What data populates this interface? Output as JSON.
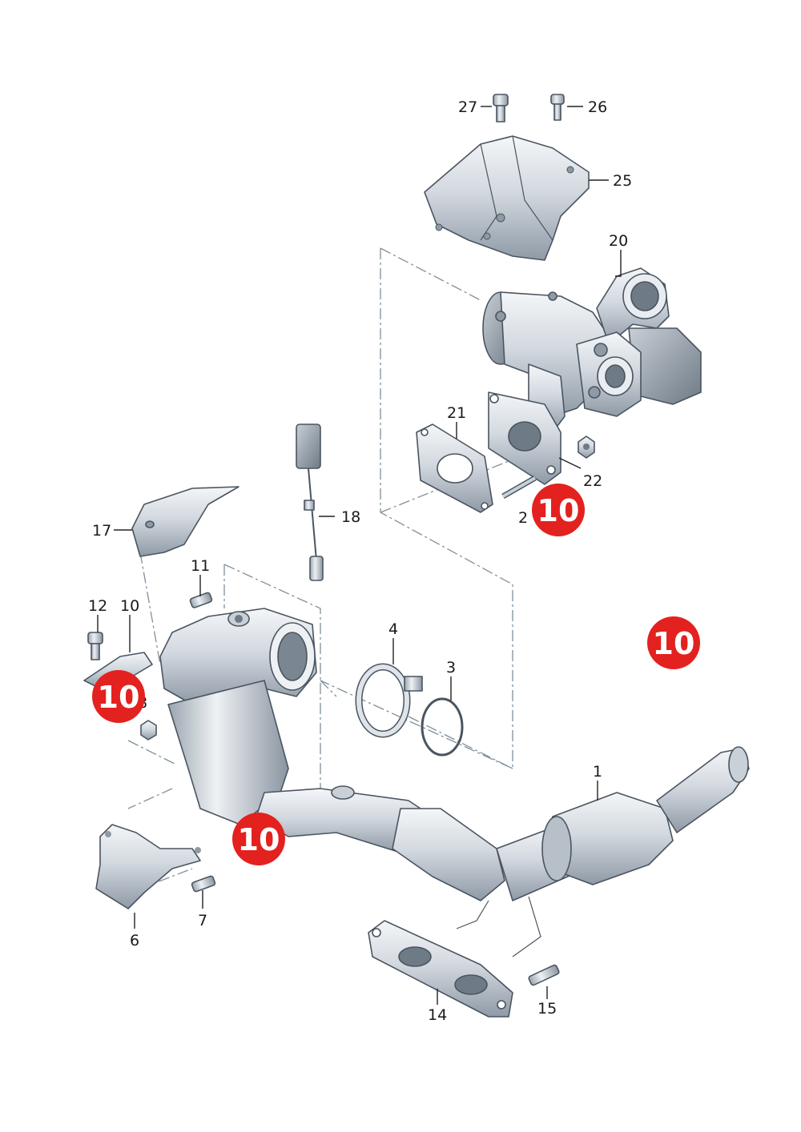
{
  "labels": {
    "p1": "1",
    "p3": "3",
    "p4": "4",
    "p6": "6",
    "p7": "7",
    "p8": "8",
    "p10": "10",
    "p11": "11",
    "p12": "12",
    "p14": "14",
    "p15": "15",
    "p17": "17",
    "p18": "18",
    "p20": "20",
    "p21": "21",
    "p22": "22",
    "p23": "2",
    "p25": "25",
    "p26": "26",
    "p27": "27"
  },
  "badges": [
    "10",
    "10",
    "10",
    "10"
  ],
  "colors": {
    "badge": "#e3211f",
    "part_fill": "#dfe4ea",
    "part_shade": "#9aa5b0",
    "outline": "#4a5560",
    "dash": "#7f8f9a"
  }
}
